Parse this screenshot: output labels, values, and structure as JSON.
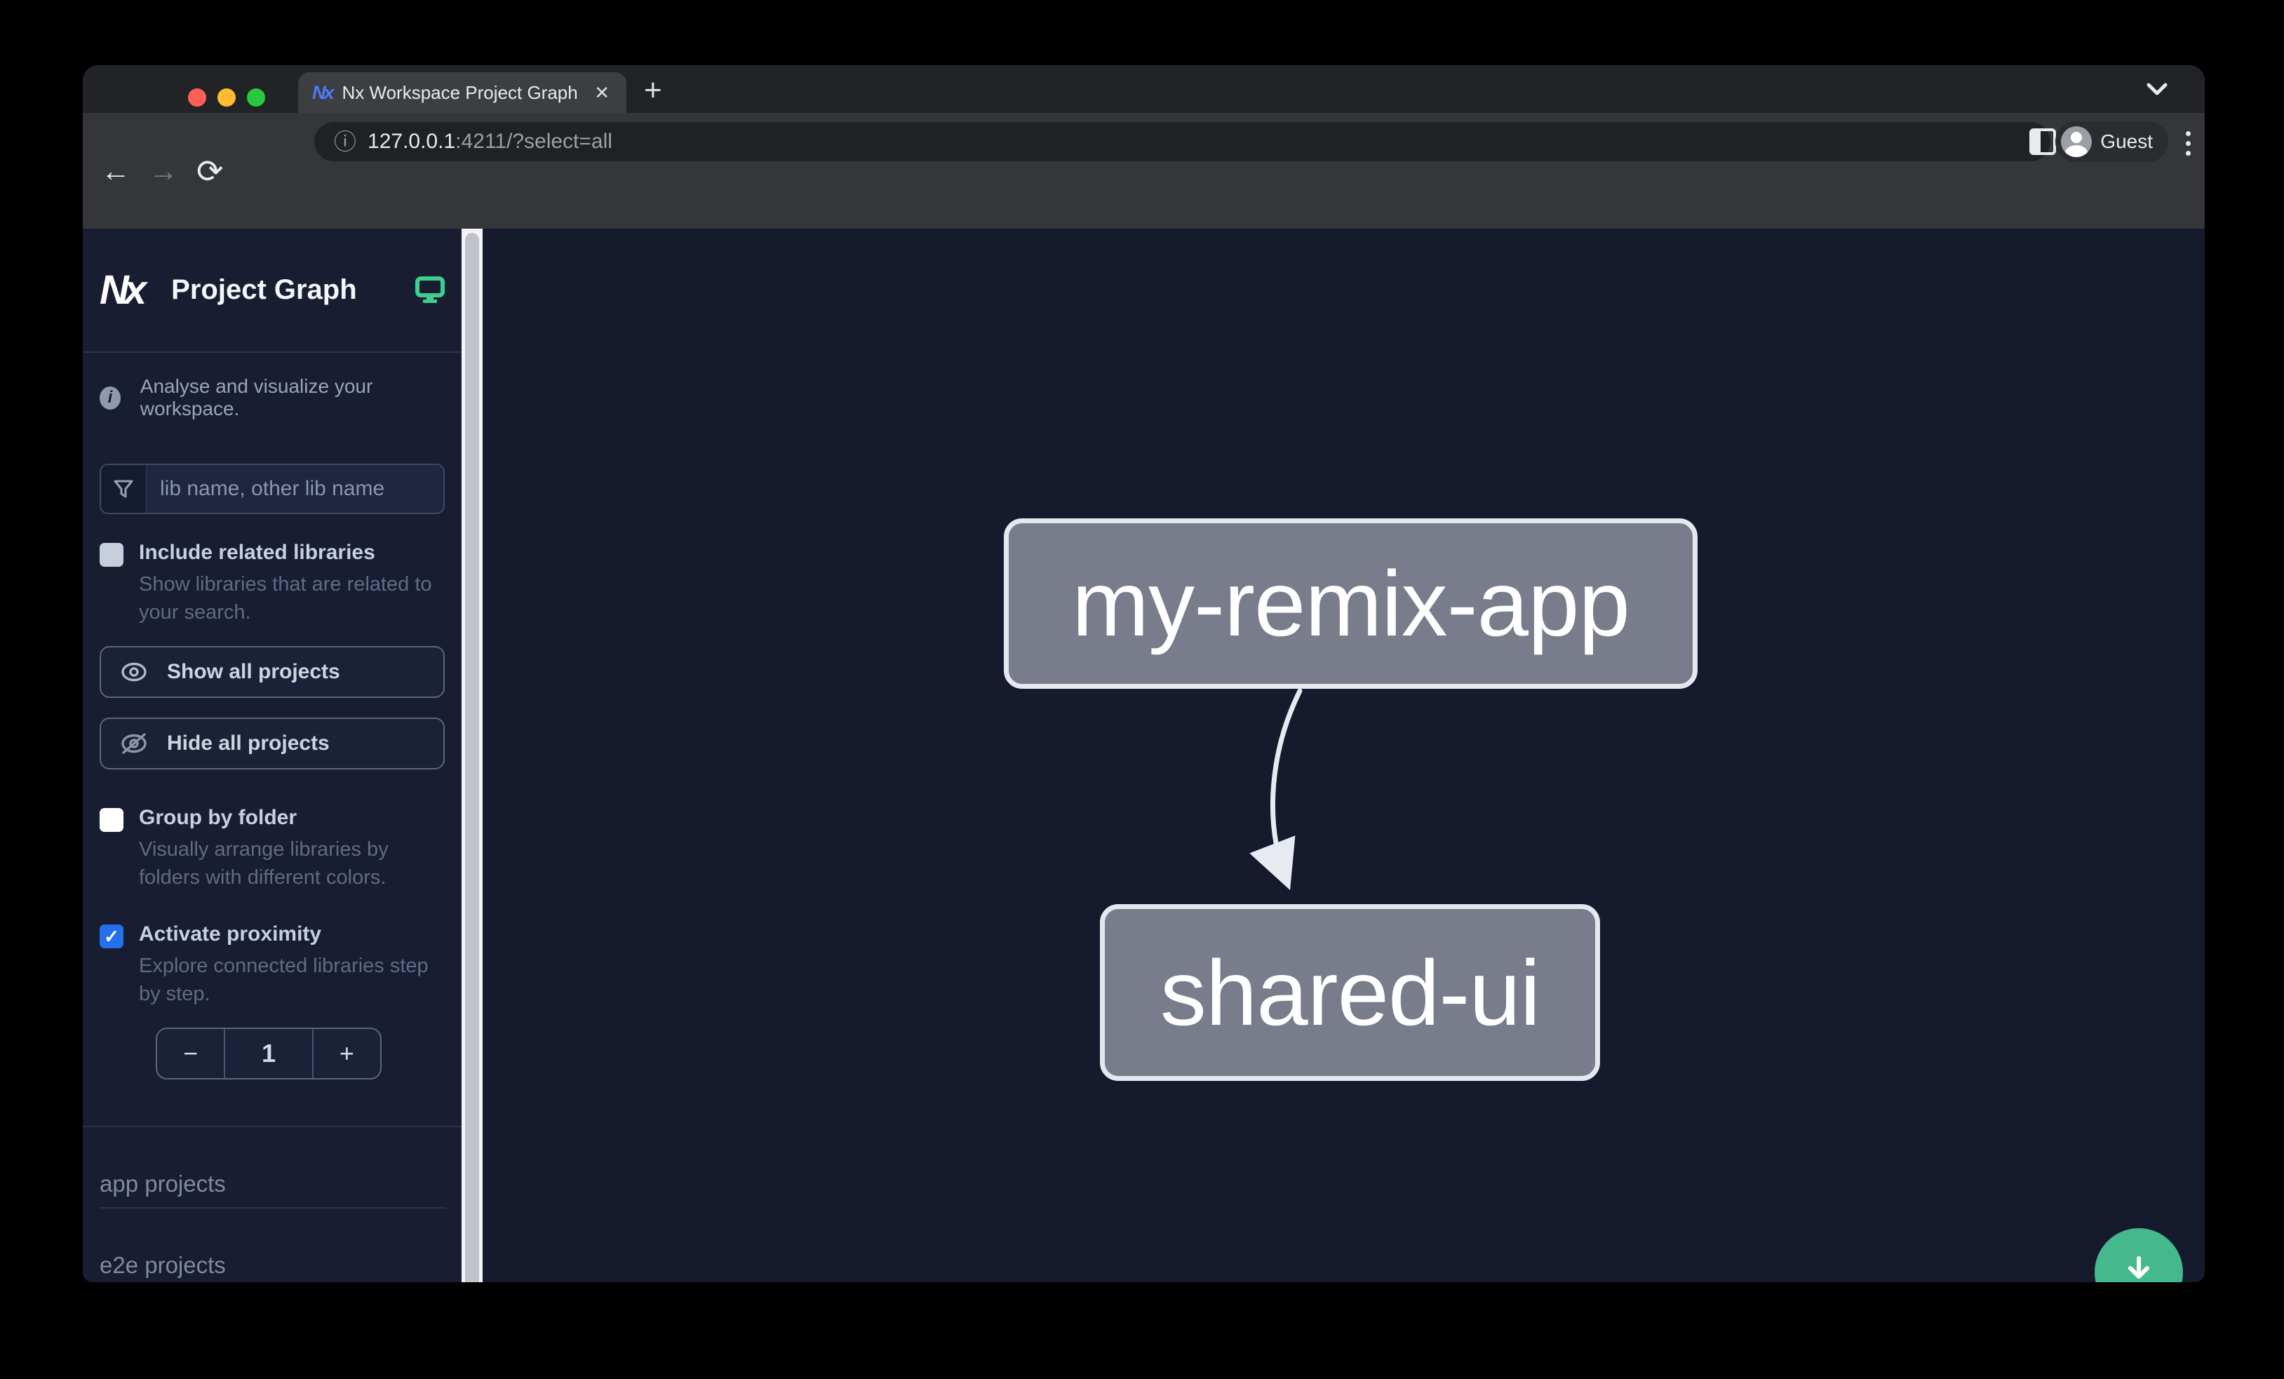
{
  "browser": {
    "tab_title": "Nx Workspace Project Graph",
    "close_tab_glyph": "✕",
    "new_tab_glyph": "+",
    "url_host": "127.0.0.1",
    "url_rest": ":4211/?select=all",
    "guest_label": "Guest"
  },
  "sidebar": {
    "logo_text": "Nx",
    "title": "Project Graph",
    "tagline": "Analyse and visualize your workspace.",
    "info_glyph": "i",
    "search": {
      "placeholder": "lib name, other lib name"
    },
    "checkboxes": [
      {
        "label": "Include related libraries",
        "description": "Show libraries that are related to your search.",
        "checked": false
      },
      {
        "label": "Group by folder",
        "description": "Visually arrange libraries by folders with different colors.",
        "checked": false
      },
      {
        "label": "Activate proximity",
        "description": "Explore connected libraries step by step.",
        "checked": true,
        "check_glyph": "✓"
      }
    ],
    "buttons": {
      "show_all": "Show all projects",
      "hide_all": "Hide all projects"
    },
    "stepper": {
      "decrement": "−",
      "value": "1",
      "increment": "+"
    },
    "sections": [
      {
        "label": "app projects"
      },
      {
        "label": "e2e projects"
      }
    ]
  },
  "graph": {
    "nodes": [
      {
        "id": "my-remix-app",
        "label": "my-remix-app"
      },
      {
        "id": "shared-ui",
        "label": "shared-ui"
      }
    ],
    "edges": [
      {
        "from": "my-remix-app",
        "to": "shared-ui"
      }
    ]
  },
  "colors": {
    "canvas_bg": "#151a2d",
    "sidebar_bg": "#181d31",
    "node_fill": "#797c8b",
    "node_border": "#e6e8f0",
    "accent_teal": "#3ecf8e",
    "checkbox_checked_blue": "#2570eb",
    "fab_green": "#45b98d",
    "traffic_red": "#ff5f57",
    "traffic_yellow": "#febc2e",
    "traffic_green": "#28c840"
  }
}
